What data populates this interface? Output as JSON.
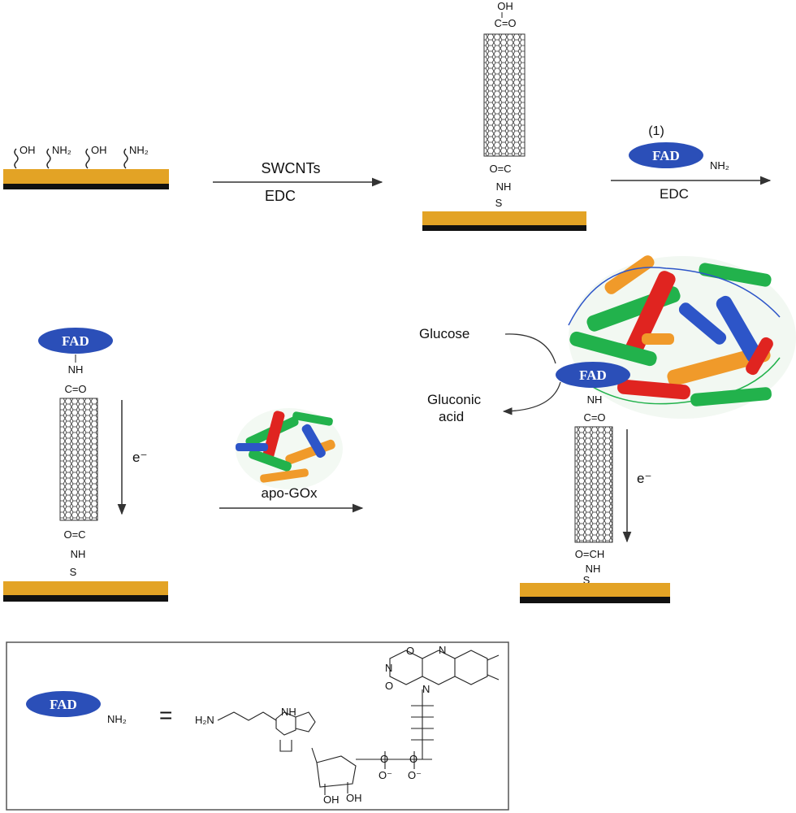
{
  "colors": {
    "gold": "#E3A325",
    "black": "#111111",
    "fad_blue": "#2B4FB8",
    "protein_green": "#22B24C",
    "protein_orange": "#F09A2A",
    "protein_red": "#E02420",
    "protein_blue": "#2D55C8"
  },
  "step1": {
    "surface_groups": [
      "OH",
      "NH2",
      "OH",
      "NH2"
    ],
    "arrow_top": "SWCNTs",
    "arrow_bottom": "EDC"
  },
  "step2": {
    "top_group": [
      "OH",
      "C=O"
    ],
    "bottom_group": [
      "O=C",
      "NH",
      "S"
    ],
    "reagent_number": "(1)",
    "reagent_suffix": "NH2",
    "arrow_bottom": "EDC"
  },
  "step3": {
    "fad_top": [
      "NH",
      "C=O"
    ],
    "bottom_group": [
      "O=C",
      "NH",
      "S"
    ],
    "electron": "e⁻",
    "arrow_label": "apo-GOx"
  },
  "step4": {
    "glucose": "Glucose",
    "gluconic": [
      "Gluconic",
      "acid"
    ],
    "fad_bottom": [
      "NH",
      "C=O"
    ],
    "bottom_group": [
      "O=CH",
      "NH",
      "S"
    ],
    "electron": "e⁻"
  },
  "fad_label": "FAD",
  "legend": {
    "suffix": "NH2",
    "equals": "="
  }
}
